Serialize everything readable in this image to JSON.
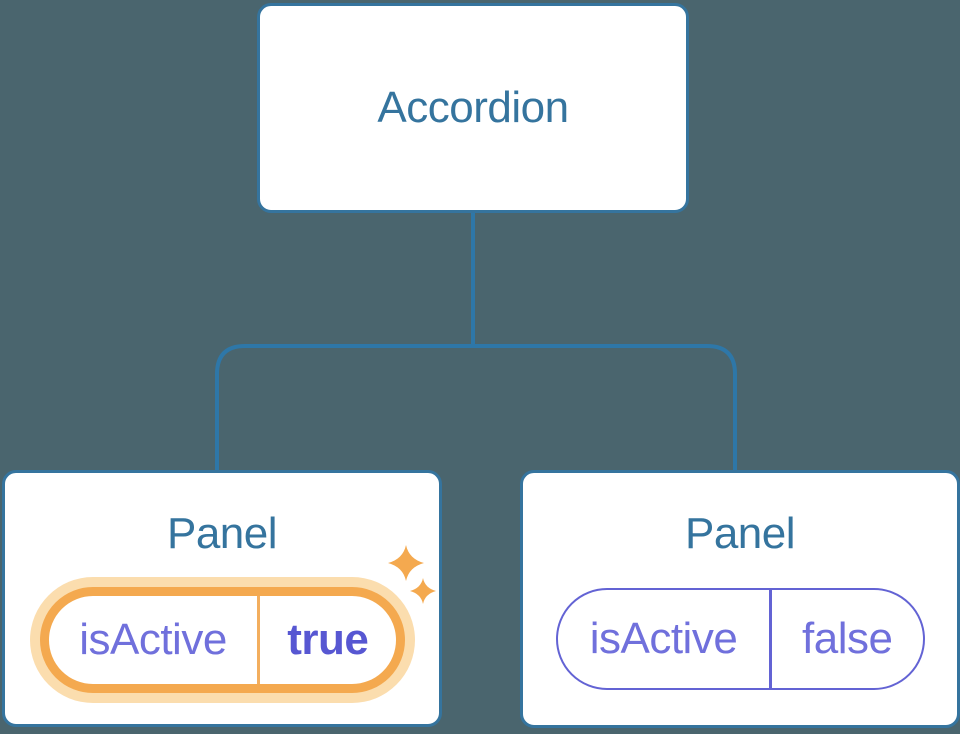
{
  "colors": {
    "background": "#4a656e",
    "node-bg": "#ffffff",
    "node-border": "#35749e",
    "node-text": "#35749e",
    "connector": "#2e77a8",
    "purple-text": "#7070dc",
    "purple-bold": "#5757d2",
    "purple-border": "#6363d4",
    "orange": "#f4a94f",
    "orange-halo": "#fbddae",
    "orange-divider": "#f3ae5e"
  },
  "diagram": {
    "root": {
      "label": "Accordion"
    },
    "panels": [
      {
        "label": "Panel",
        "state_name": "isActive",
        "state_value": "true",
        "highlighted": true,
        "highlight_icon": "sparkles"
      },
      {
        "label": "Panel",
        "state_name": "isActive",
        "state_value": "false",
        "highlighted": false
      }
    ]
  }
}
